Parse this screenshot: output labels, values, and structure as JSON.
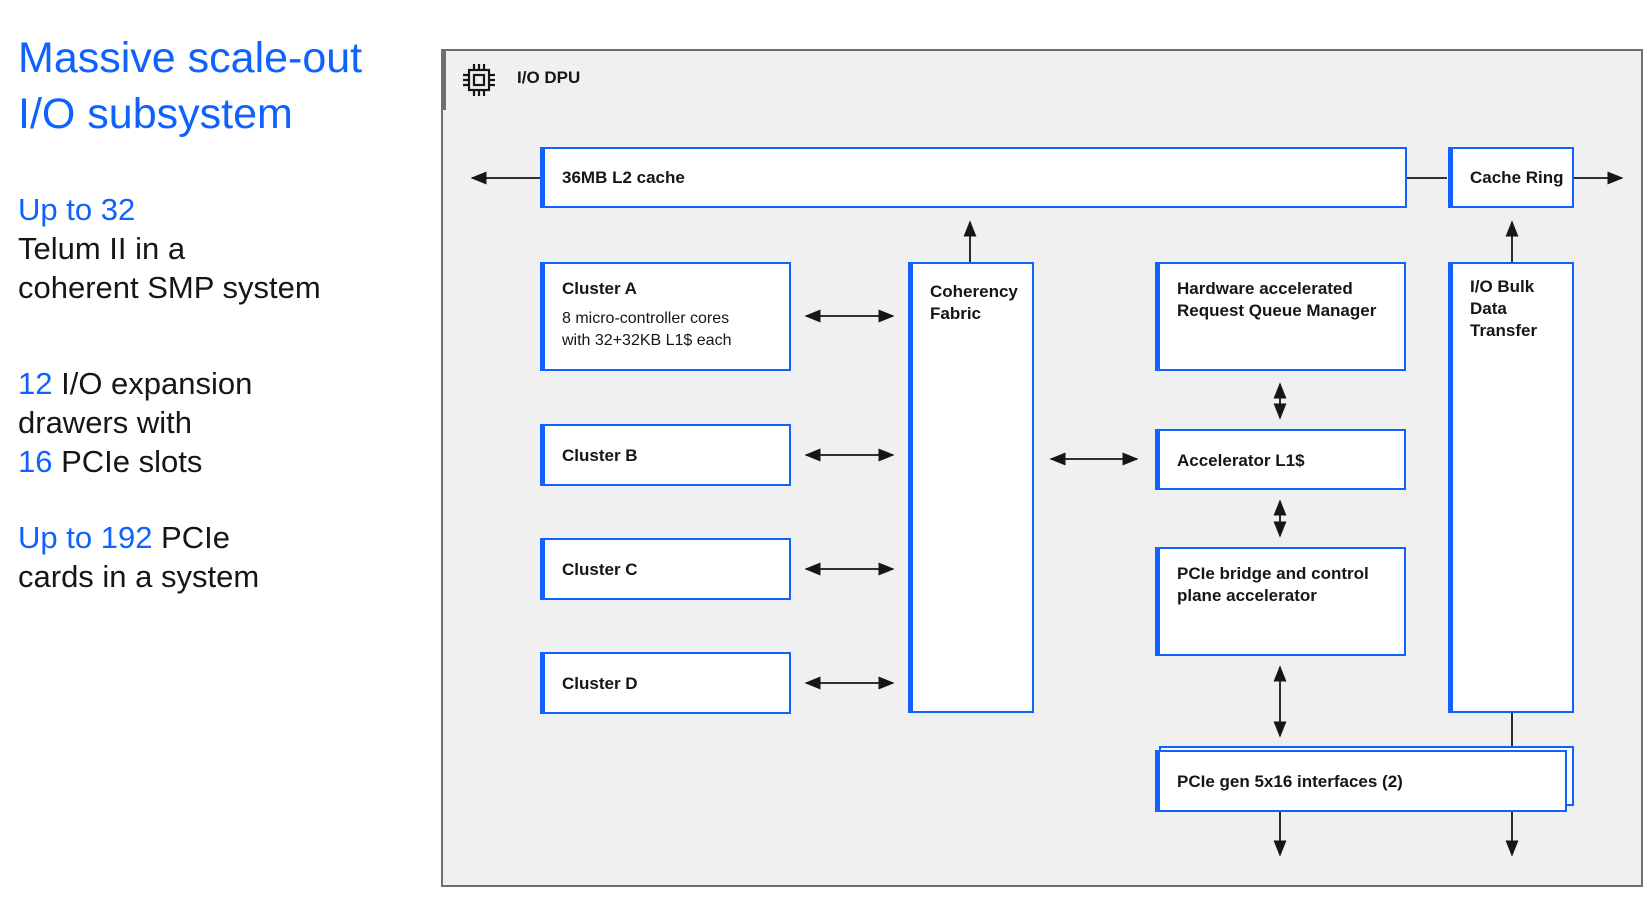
{
  "sidebar": {
    "title_lines": [
      "Massive scale-out",
      "I/O subsystem"
    ],
    "stat1": {
      "highlight": "Up to 32",
      "line2": "Telum II in a",
      "line3": "coherent SMP system"
    },
    "stat2": {
      "highlight1": "12",
      "text1": " I/O expansion",
      "line2": "drawers with",
      "highlight2": "16",
      "text2": " PCIe slots"
    },
    "stat3": {
      "highlight": "Up to 192",
      "text1": " PCIe",
      "line2": "cards in a system"
    }
  },
  "diagram": {
    "dpu_label": "I/O DPU",
    "l2_cache": "36MB L2 cache",
    "cache_ring": "Cache Ring",
    "cluster_a": {
      "label": "Cluster A",
      "detail": "8 micro-controller cores\nwith 32+32KB L1$ each"
    },
    "cluster_b": "Cluster B",
    "cluster_c": "Cluster C",
    "cluster_d": "Cluster D",
    "coherency_fabric": "Coherency\nFabric",
    "rqm": "Hardware accelerated\nRequest Queue Manager",
    "accel_l1": "Accelerator L1$",
    "pcie_bridge": "PCIe bridge and control\nplane accelerator",
    "bulk_transfer": "I/O Bulk\nData\nTransfer",
    "pcie_gen5": "PCIe gen 5x16 interfaces (2)",
    "accent_color": "#0f62fe",
    "frame_color": "#6f6f6f"
  }
}
